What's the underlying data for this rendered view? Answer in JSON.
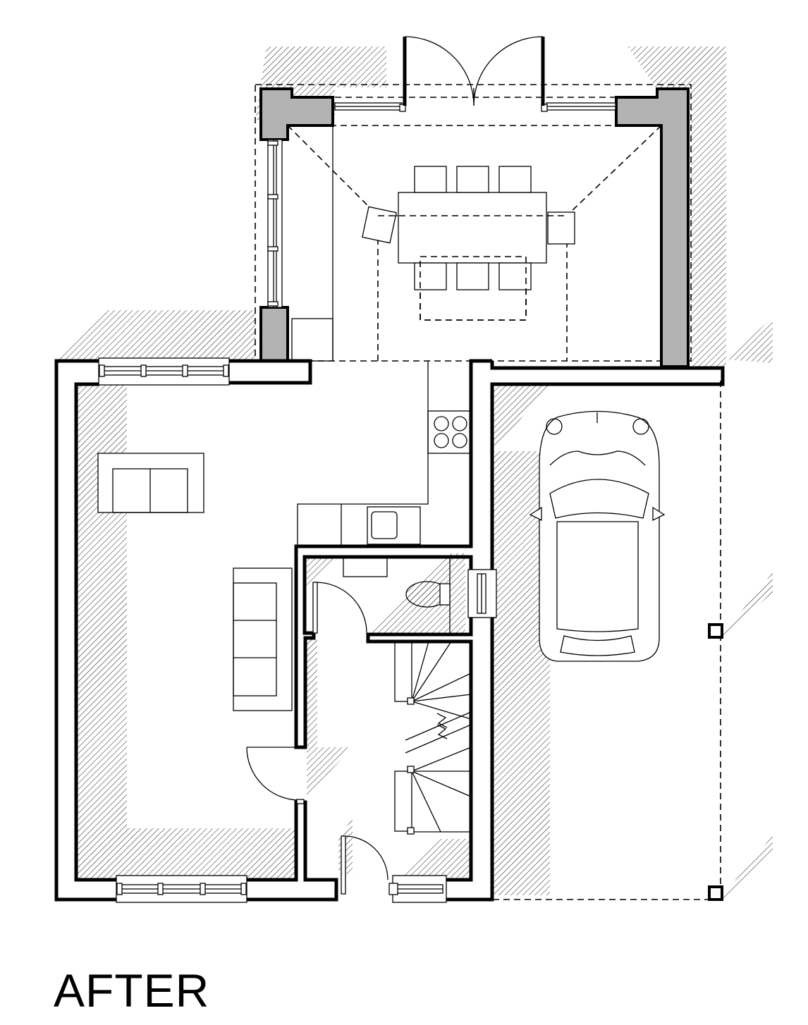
{
  "plan": {
    "title": "AFTER",
    "colors": {
      "line": "#000000",
      "new_wall_fill": "#b3b3b3",
      "background": "#ffffff"
    },
    "furniture": [
      "dining-table",
      "dining-chairs",
      "sofa",
      "armchair",
      "hob",
      "sink",
      "wc",
      "car",
      "staircase"
    ]
  }
}
